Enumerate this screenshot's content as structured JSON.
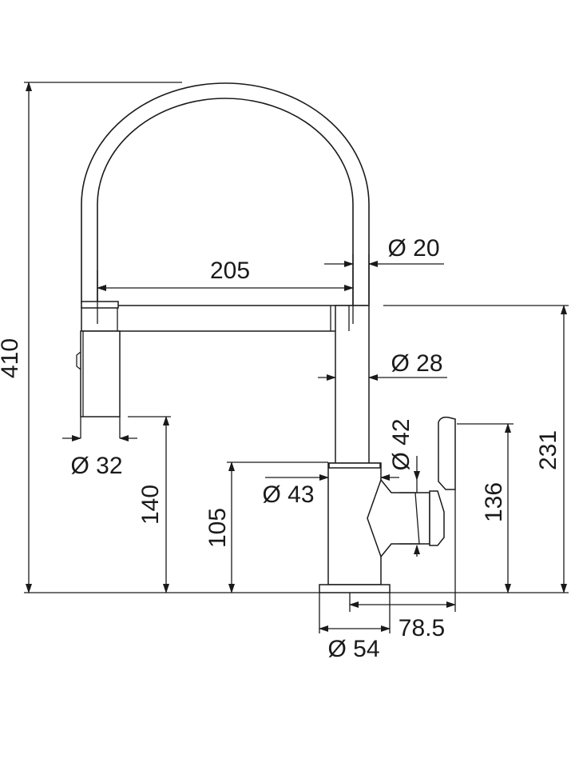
{
  "drawing": {
    "subject": "faucet",
    "units": "mm"
  },
  "dimensions": {
    "total_height": "410",
    "spout_reach": "205",
    "spout_hose_dia": "Ø 20",
    "body_upper_dia": "Ø 28",
    "spray_head_dia": "Ø 32",
    "lever_dia": "Ø 42",
    "body_dia": "Ø 43",
    "spray_head_height": "140",
    "body_height": "105",
    "lever_height": "136",
    "spout_height": "231",
    "lever_reach": "78.5",
    "base_dia": "Ø 54"
  }
}
